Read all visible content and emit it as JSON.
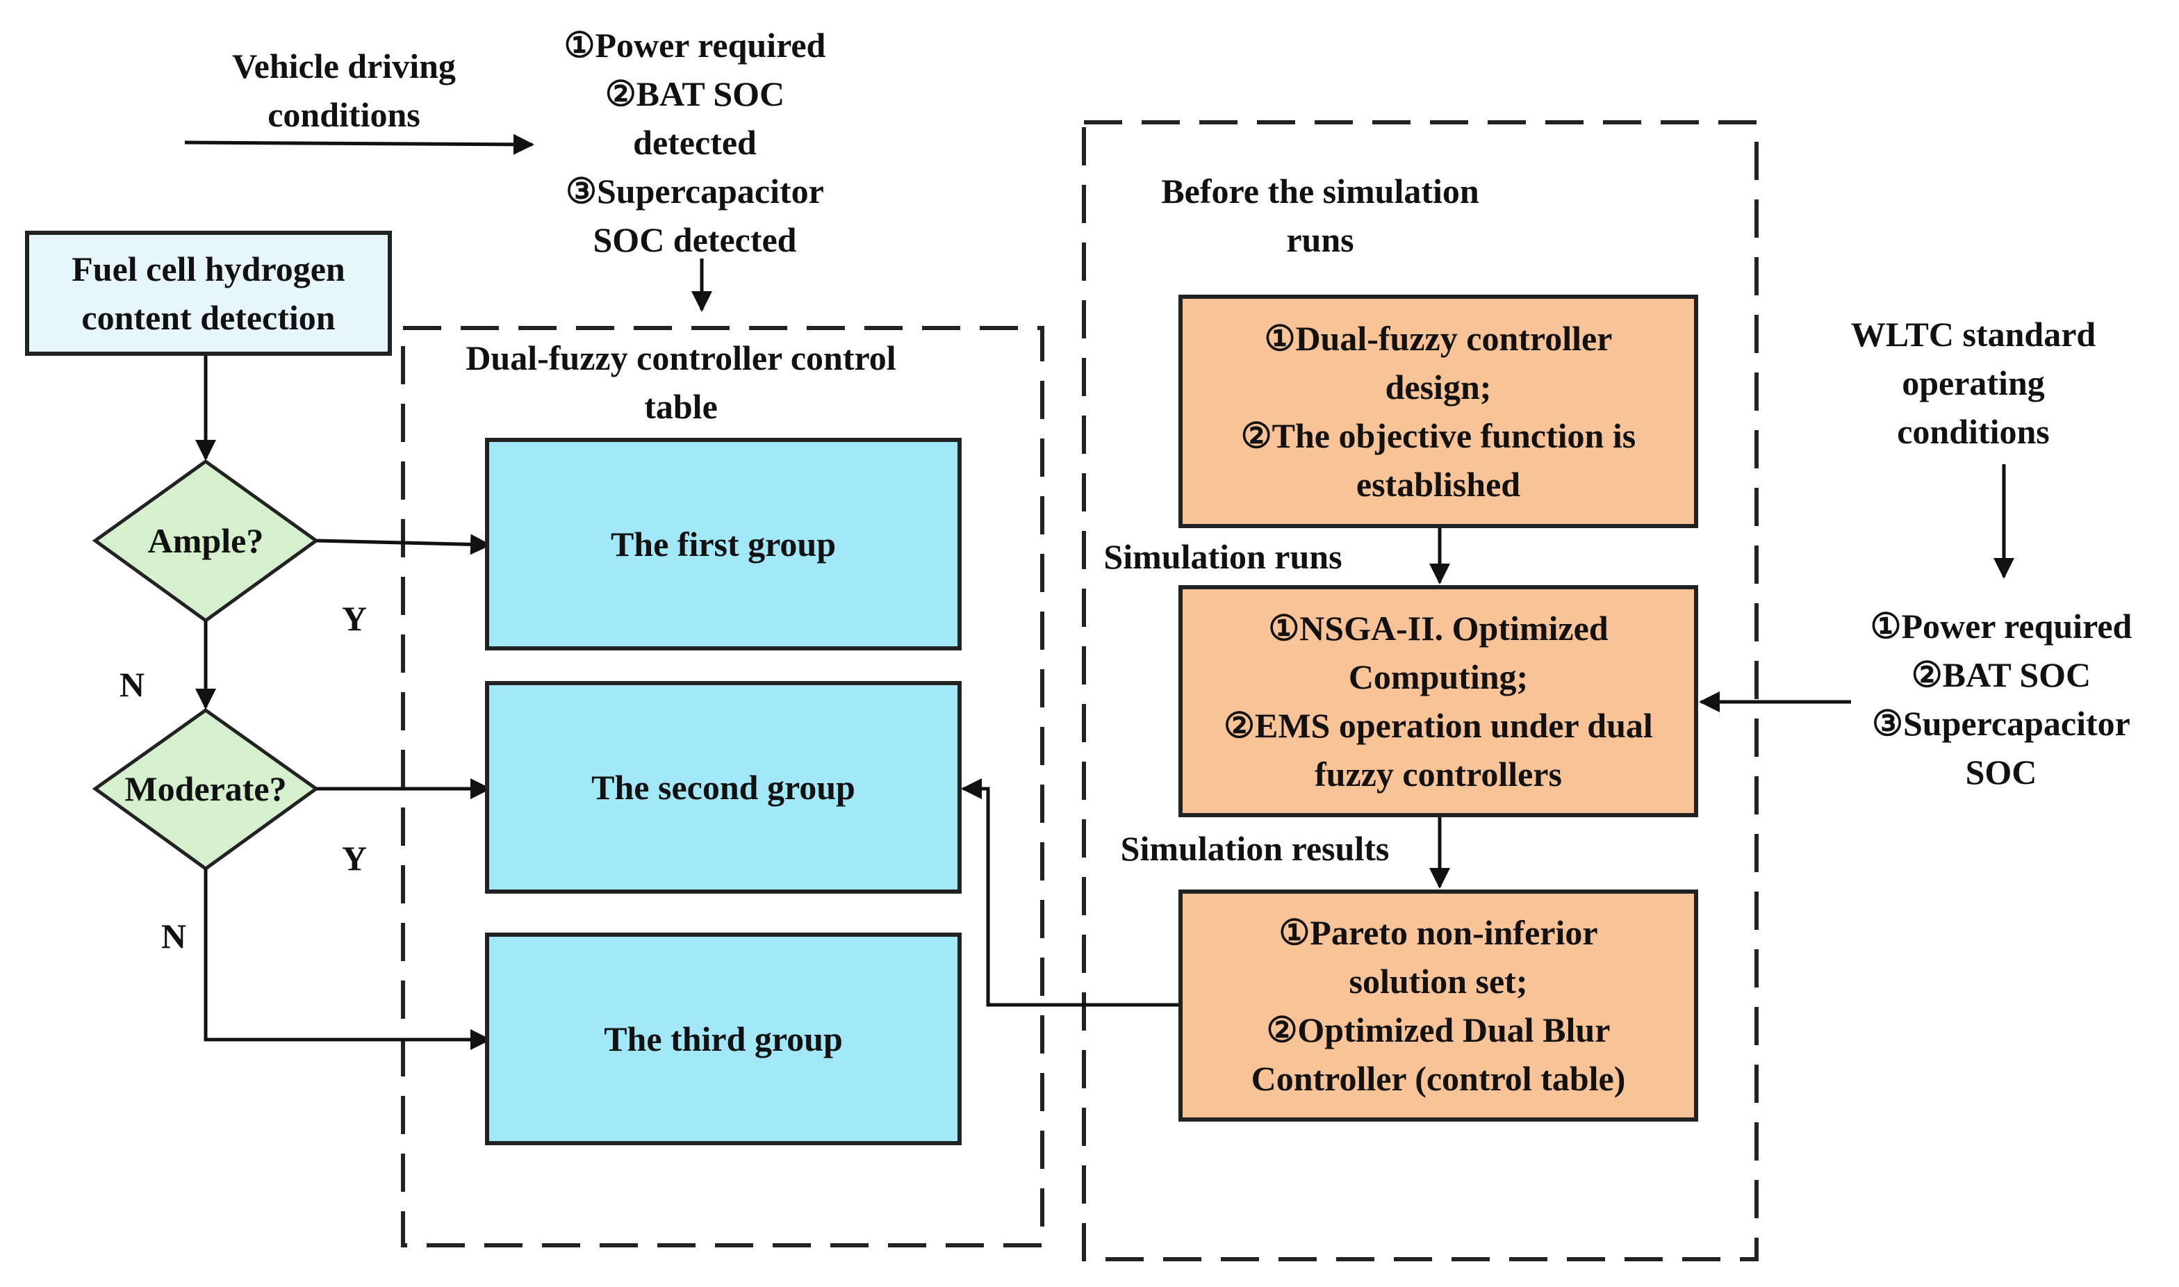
{
  "top_input": {
    "source_label": [
      "Vehicle driving",
      "conditions"
    ],
    "signals": [
      "①Power required",
      "②BAT SOC",
      "detected",
      "③Supercapacitor",
      "SOC detected"
    ]
  },
  "hydrogen_box": {
    "label": [
      "Fuel cell hydrogen",
      "content detection"
    ]
  },
  "decisions": {
    "ample": "Ample?",
    "moderate": "Moderate?",
    "yes": "Y",
    "no": "N"
  },
  "control_table": {
    "title": [
      "Dual-fuzzy controller control",
      "table"
    ],
    "groups": [
      "The first group",
      "The second group",
      "The third group"
    ]
  },
  "simulation": {
    "before_label": [
      "Before the simulation",
      "runs"
    ],
    "design_box": [
      "①Dual-fuzzy controller",
      "design;",
      "②The objective function is",
      "established"
    ],
    "runs_label": "Simulation runs",
    "compute_box": [
      "①NSGA-II. Optimized",
      "Computing;",
      "②EMS operation under dual",
      "fuzzy controllers"
    ],
    "results_label": "Simulation results",
    "result_box": [
      "①Pareto non-inferior",
      "solution set;",
      "②Optimized Dual Blur",
      "Controller (control table)"
    ]
  },
  "wltc": {
    "label": [
      "WLTC standard",
      "operating",
      "conditions"
    ],
    "signals": [
      "①Power required",
      "②BAT SOC",
      "③Supercapacitor",
      "SOC"
    ]
  },
  "colors": {
    "group_fill": "#a3e8f9",
    "sim_fill": "#f7c397",
    "decision_fill": "#d5f0cd",
    "input_fill": "#e6f6fc"
  }
}
